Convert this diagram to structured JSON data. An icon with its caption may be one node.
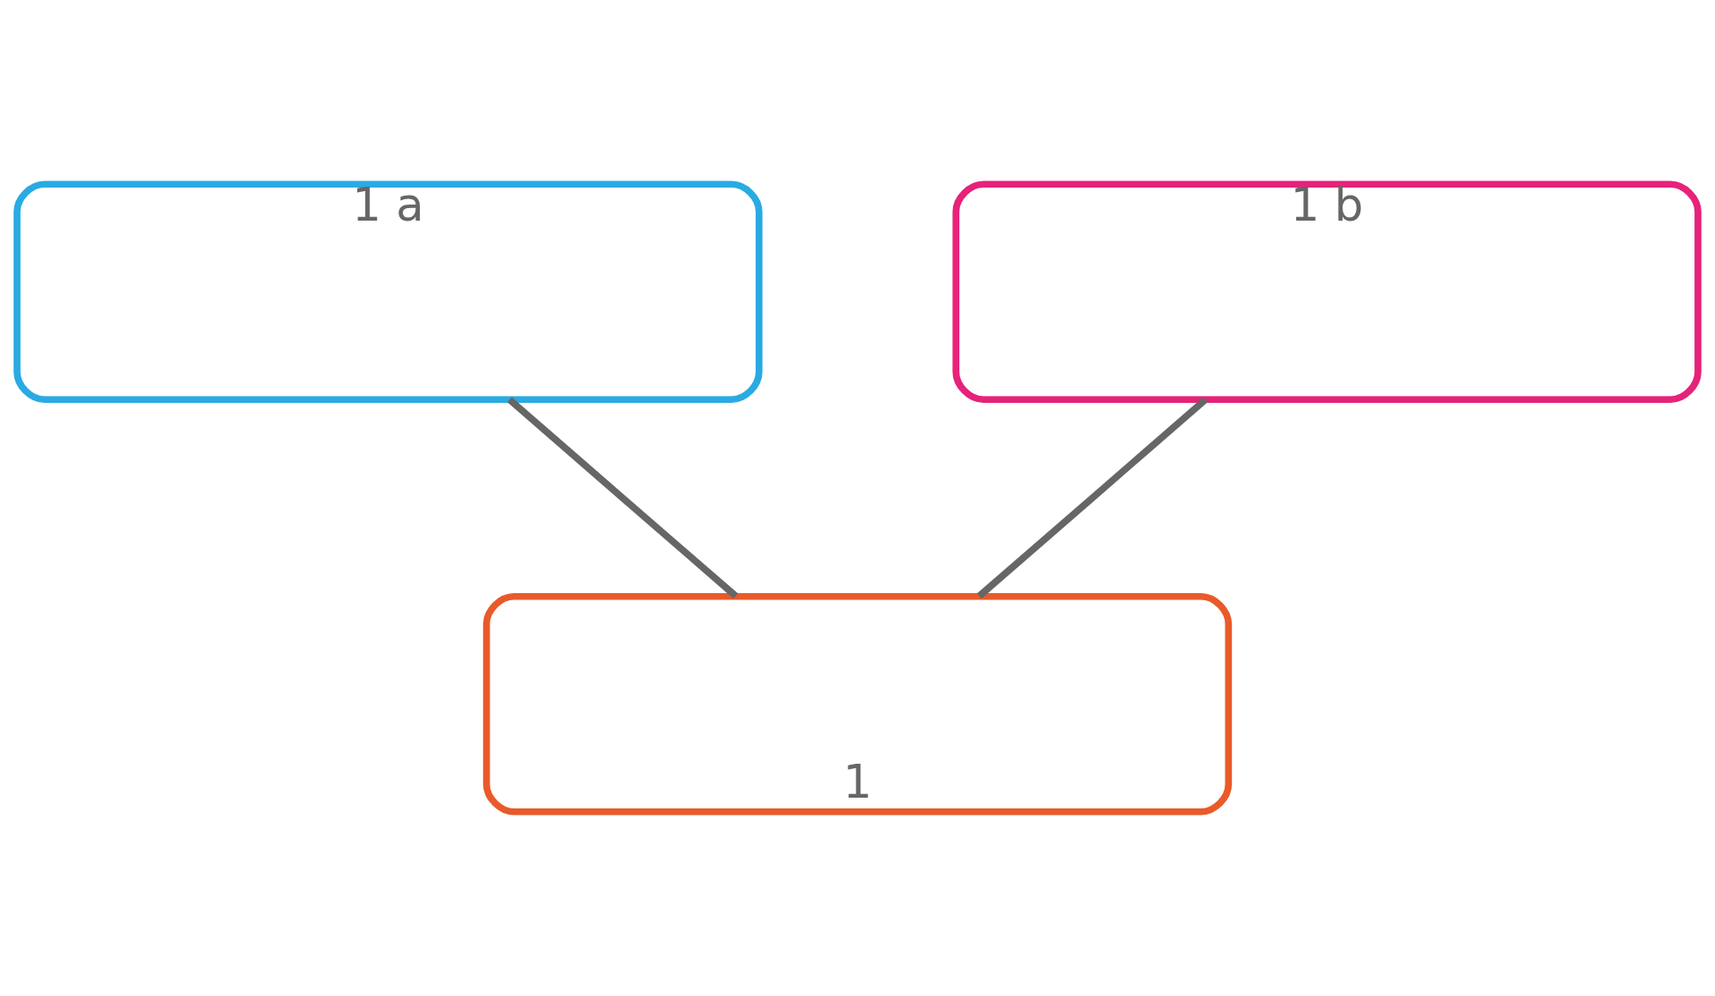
{
  "diagram": {
    "nodes": [
      {
        "text": [
          "1 a"
        ]
      },
      {
        "text": [
          "1 b"
        ]
      },
      {
        "text": [
          "1"
        ]
      }
    ],
    "edges": [
      {
        "from": 0,
        "to": 2,
        "arrow": "none"
      },
      {
        "from": 1,
        "to": 2,
        "arrow": "none"
      }
    ]
  }
}
